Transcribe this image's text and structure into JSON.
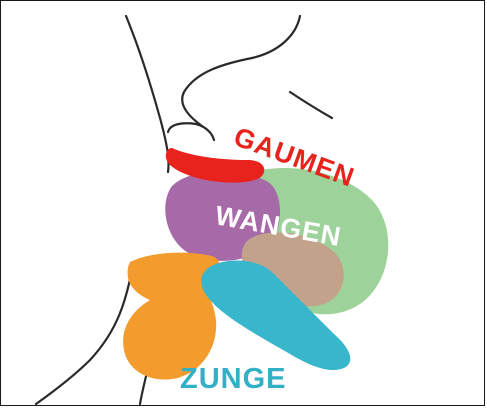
{
  "labels": {
    "palate": "GAUMEN",
    "cheeks": "WANGEN",
    "tongue": "ZUNGE"
  },
  "colors": {
    "palate": "#e8221c",
    "cheeks_label": "#ffffff",
    "tongue_label": "#33afc6",
    "green_cheek": "#9dd39a",
    "purple_cheek": "#a66aa8",
    "brown_area": "#c2a28a",
    "orange_hand": "#f39b2c",
    "blue_tongue": "#37b6cc",
    "outline": "#1a1a1a"
  }
}
